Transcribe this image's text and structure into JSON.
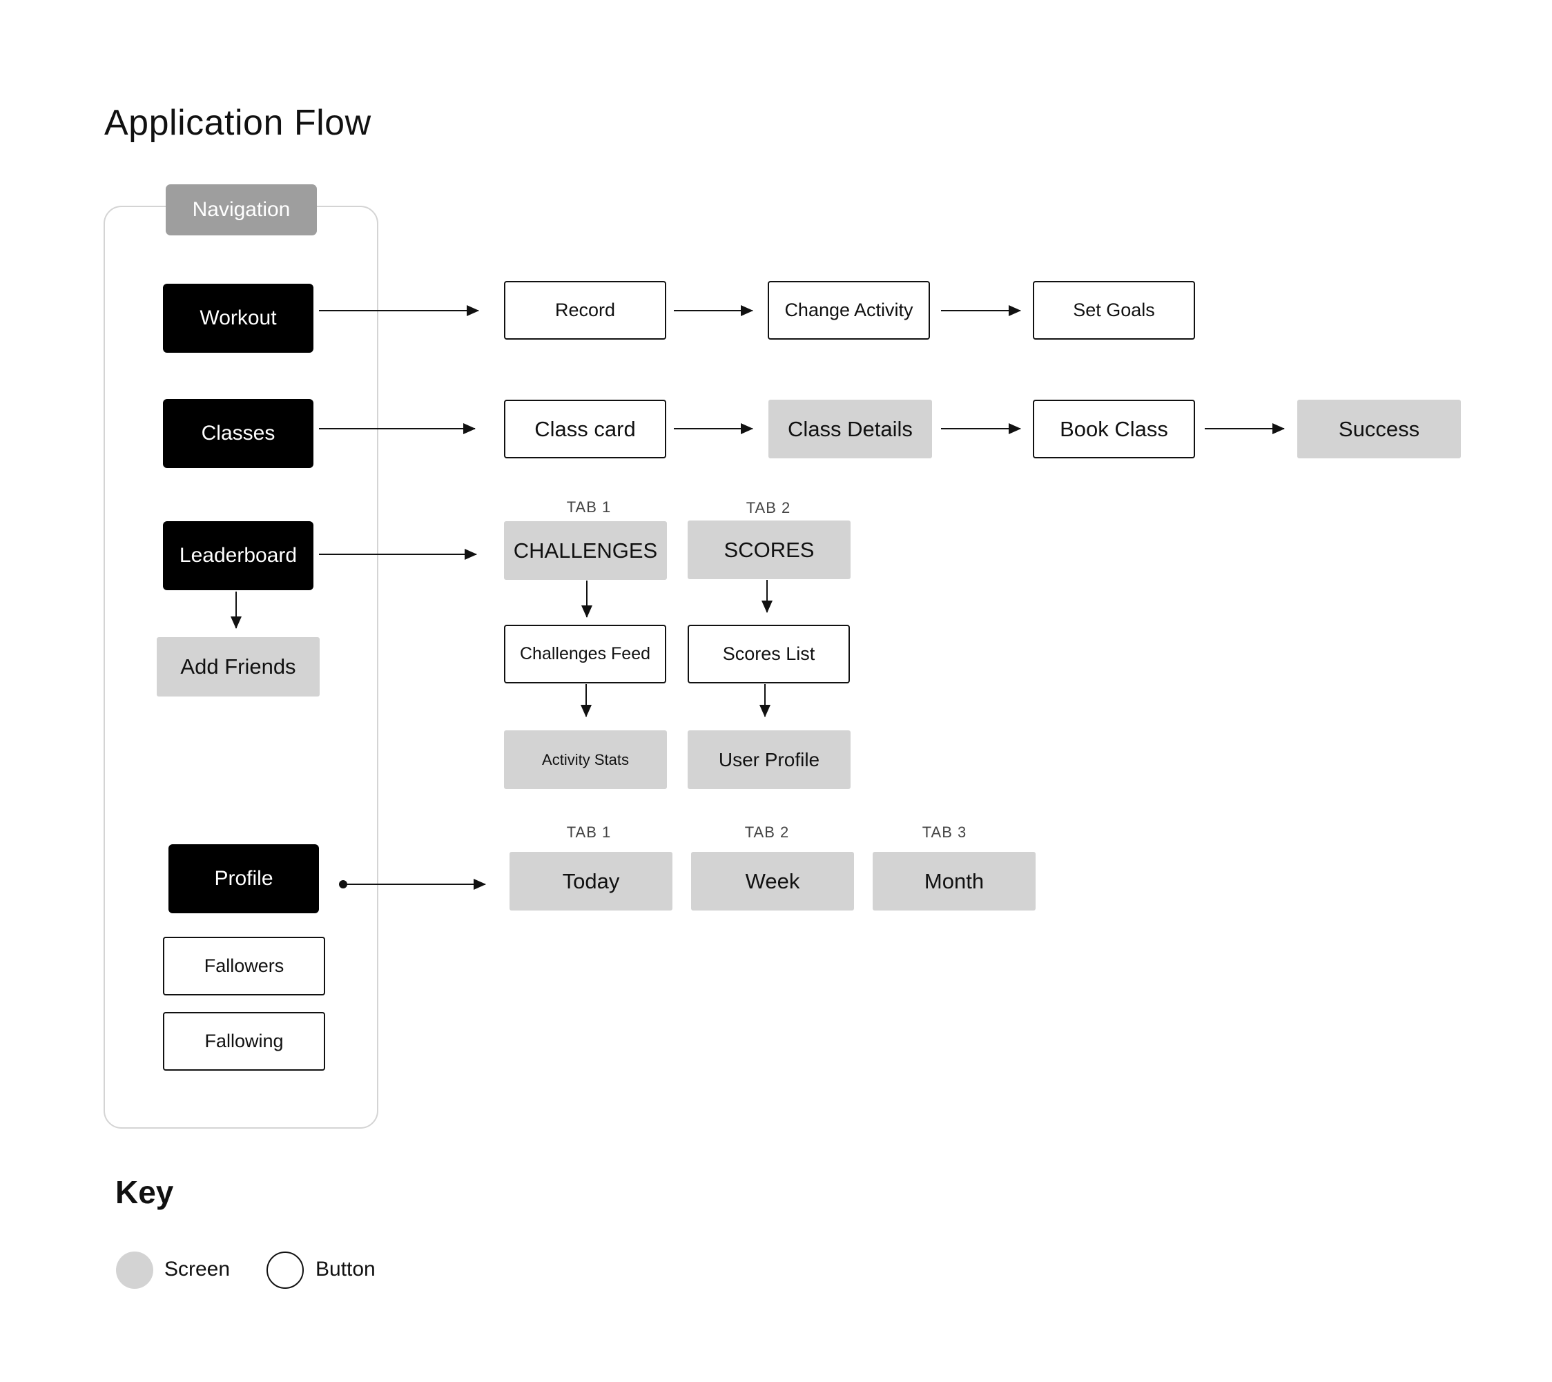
{
  "title": "Application Flow",
  "navigation": {
    "tag": "Navigation",
    "items": {
      "workout": "Workout",
      "classes": "Classes",
      "leaderboard": "Leaderboard",
      "add_friends": "Add Friends",
      "profile": "Profile",
      "followers": "Fallowers",
      "following": "Fallowing"
    }
  },
  "workout_flow": [
    "Record",
    "Change Activity",
    "Set Goals"
  ],
  "classes_flow": [
    "Class card",
    "Class Details",
    "Book Class",
    "Success"
  ],
  "leaderboard_tabs": {
    "tab1": {
      "label": "TAB 1",
      "title": "CHALLENGES",
      "child": "Challenges Feed",
      "grandchild": "Activity Stats"
    },
    "tab2": {
      "label": "TAB 2",
      "title": "SCORES",
      "child": "Scores List",
      "grandchild": "User Profile"
    }
  },
  "profile_tabs": [
    {
      "label": "TAB 1",
      "title": "Today"
    },
    {
      "label": "TAB 2",
      "title": "Week"
    },
    {
      "label": "TAB 3",
      "title": "Month"
    }
  ],
  "key": {
    "title": "Key",
    "screen": "Screen",
    "button": "Button"
  },
  "colors": {
    "screen_fill": "#d3d3d3",
    "nav_fill": "#000000",
    "nav_tag_fill": "#9e9e9e",
    "button_border": "#111111"
  }
}
